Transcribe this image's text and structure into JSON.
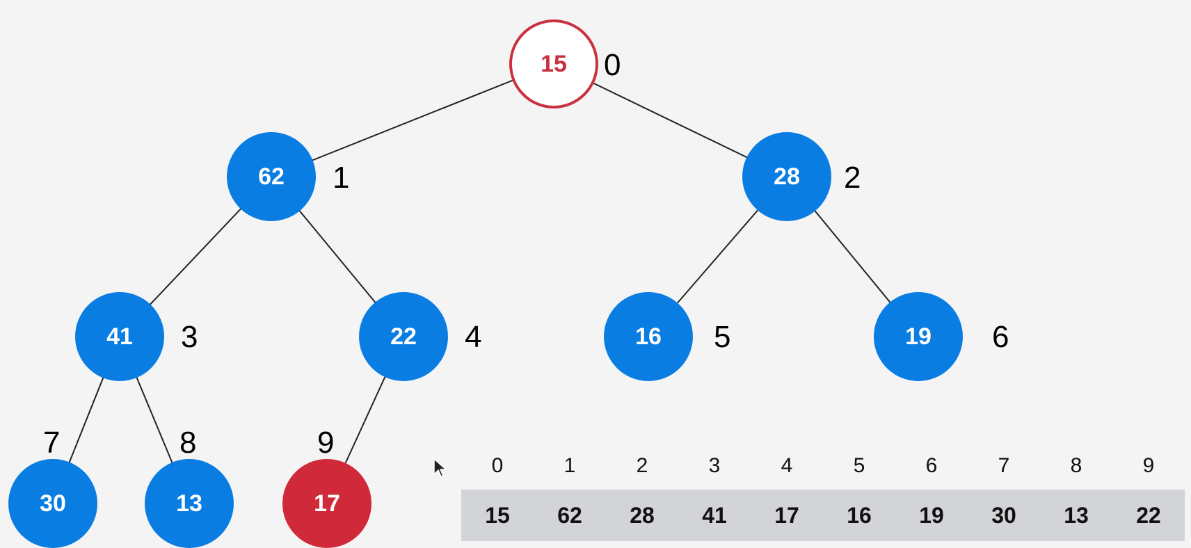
{
  "heap": {
    "nodes": [
      {
        "index": "0",
        "value": "15",
        "style": "red-outline"
      },
      {
        "index": "1",
        "value": "62",
        "style": "blue"
      },
      {
        "index": "2",
        "value": "28",
        "style": "blue"
      },
      {
        "index": "3",
        "value": "41",
        "style": "blue"
      },
      {
        "index": "4",
        "value": "22",
        "style": "blue"
      },
      {
        "index": "5",
        "value": "16",
        "style": "blue"
      },
      {
        "index": "6",
        "value": "19",
        "style": "blue"
      },
      {
        "index": "7",
        "value": "30",
        "style": "blue"
      },
      {
        "index": "8",
        "value": "13",
        "style": "blue"
      },
      {
        "index": "9",
        "value": "17",
        "style": "red-filled"
      }
    ]
  },
  "array": {
    "indices": [
      "0",
      "1",
      "2",
      "3",
      "4",
      "5",
      "6",
      "7",
      "8",
      "9"
    ],
    "values": [
      "15",
      "62",
      "28",
      "41",
      "17",
      "16",
      "19",
      "30",
      "13",
      "22"
    ]
  },
  "colors": {
    "node_blue": "#0a7de3",
    "node_red": "#d02a3a",
    "outline_red": "#c9313f",
    "array_bg": "#d2d4d7"
  }
}
